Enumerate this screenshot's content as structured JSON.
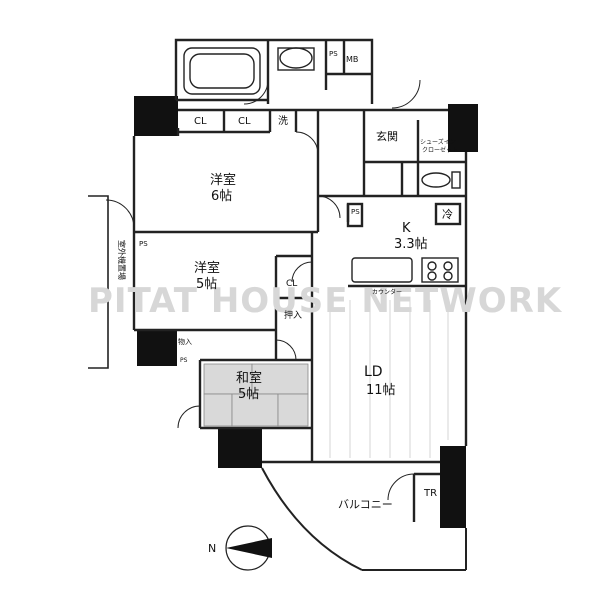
{
  "watermark": "PITAT HOUSE NETWORK",
  "rooms": {
    "western1": {
      "name": "洋室",
      "size": "6帖"
    },
    "western2": {
      "name": "洋室",
      "size": "5帖"
    },
    "japanese": {
      "name": "和室",
      "size": "5帖"
    },
    "kitchen": {
      "name": "K",
      "size": "3.3帖"
    },
    "ld": {
      "name": "LD",
      "size": "11帖"
    }
  },
  "labels": {
    "entrance": "玄関",
    "shoes_in_closet_1": "シューズイン",
    "shoes_in_closet_2": "クローゼット",
    "cl_1": "CL",
    "cl_2": "CL",
    "cl_3": "CL",
    "wash": "洗",
    "ps_1": "PS",
    "ps_2": "PS",
    "ps_3": "PS",
    "ps_4": "PS",
    "mb": "MB",
    "fridge": "冷",
    "counter": "カウンター",
    "oshiire": "押入",
    "tokoire": "物入",
    "outdoor_machine": "室外機置場",
    "balcony": "バルコニー",
    "trunk_room": "TR",
    "north": "N"
  },
  "colors": {
    "wall": "#111111",
    "line": "#222222",
    "tatami": "#d9d9d9"
  }
}
